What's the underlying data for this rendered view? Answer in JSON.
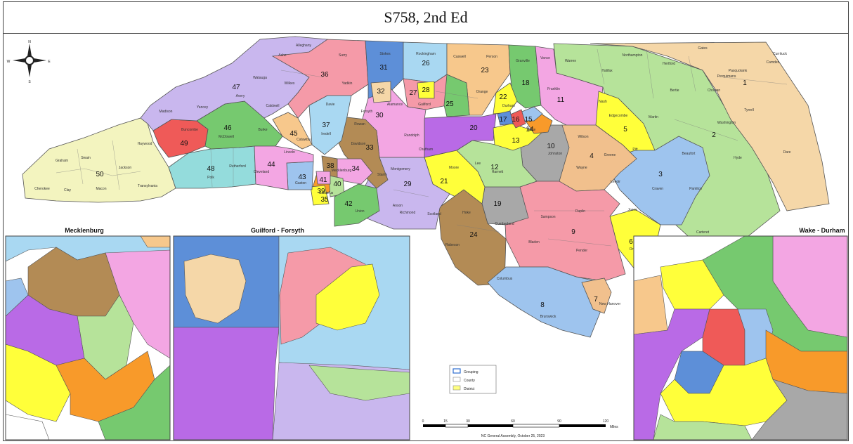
{
  "title": "S758, 2nd Ed",
  "compass": {
    "n": "N",
    "s": "S",
    "e": "E",
    "w": "W"
  },
  "insets": {
    "mecklenburg": "Mecklenburg",
    "guilford_forsyth": "Guilford - Forsyth",
    "wake_durham": "Wake - Durham"
  },
  "legend": {
    "grouping": "Grouping",
    "county": "County",
    "district": "District"
  },
  "scale": {
    "ticks": [
      "0",
      "15",
      "30",
      "60",
      "90",
      "120"
    ],
    "unit": "Miles"
  },
  "footer_credit": "NC General Assembly, October 25, 2023",
  "colors": {
    "lavender": "#c9b7ee",
    "pink": "#f59aa8",
    "blue": "#5d8fd8",
    "lightblue": "#a9d8f2",
    "peach": "#f7c88c",
    "green": "#76c96f",
    "magenta": "#f3a6e3",
    "lightgreen": "#b6e39a",
    "tan": "#f5d7a8",
    "yellow": "#ffff3a",
    "purple": "#b96ae6",
    "brown": "#b38b55",
    "gray": "#a8a8a8",
    "red": "#ef5a58",
    "orange": "#f89a2a",
    "cream": "#f3f4bf",
    "teal": "#94dcdc",
    "sand": "#f1c08d",
    "sky": "#9ec4ee"
  },
  "districts": [
    {
      "id": "1",
      "color": "tan"
    },
    {
      "id": "2",
      "color": "lightgreen"
    },
    {
      "id": "3",
      "color": "sky"
    },
    {
      "id": "4",
      "color": "sand"
    },
    {
      "id": "5",
      "color": "yellow"
    },
    {
      "id": "6",
      "color": "yellow"
    },
    {
      "id": "7",
      "color": "sand"
    },
    {
      "id": "8",
      "color": "sky"
    },
    {
      "id": "9",
      "color": "pink"
    },
    {
      "id": "10",
      "color": "gray"
    },
    {
      "id": "11",
      "color": "magenta"
    },
    {
      "id": "12",
      "color": "lightgreen"
    },
    {
      "id": "13",
      "color": "yellow"
    },
    {
      "id": "14",
      "color": "orange"
    },
    {
      "id": "15",
      "color": "sky"
    },
    {
      "id": "16",
      "color": "red"
    },
    {
      "id": "17",
      "color": "blue"
    },
    {
      "id": "18",
      "color": "green"
    },
    {
      "id": "19",
      "color": "gray"
    },
    {
      "id": "20",
      "color": "purple"
    },
    {
      "id": "21",
      "color": "yellow"
    },
    {
      "id": "22",
      "color": "yellow"
    },
    {
      "id": "23",
      "color": "peach"
    },
    {
      "id": "24",
      "color": "brown"
    },
    {
      "id": "25",
      "color": "green"
    },
    {
      "id": "26",
      "color": "lightblue"
    },
    {
      "id": "27",
      "color": "pink"
    },
    {
      "id": "28",
      "color": "yellow"
    },
    {
      "id": "29",
      "color": "lavender"
    },
    {
      "id": "30",
      "color": "magenta"
    },
    {
      "id": "31",
      "color": "blue"
    },
    {
      "id": "32",
      "color": "tan"
    },
    {
      "id": "33",
      "color": "brown"
    },
    {
      "id": "34",
      "color": "magenta"
    },
    {
      "id": "35",
      "color": "orange"
    },
    {
      "id": "36",
      "color": "pink"
    },
    {
      "id": "37",
      "color": "lightblue"
    },
    {
      "id": "38",
      "color": "brown"
    },
    {
      "id": "39",
      "color": "yellow"
    },
    {
      "id": "40",
      "color": "lightgreen"
    },
    {
      "id": "41",
      "color": "magenta"
    },
    {
      "id": "42",
      "color": "green"
    },
    {
      "id": "43",
      "color": "sky"
    },
    {
      "id": "44",
      "color": "magenta"
    },
    {
      "id": "45",
      "color": "peach"
    },
    {
      "id": "46",
      "color": "green"
    },
    {
      "id": "47",
      "color": "lavender"
    },
    {
      "id": "48",
      "color": "teal"
    },
    {
      "id": "49",
      "color": "red"
    },
    {
      "id": "50",
      "color": "cream"
    }
  ],
  "county_labels": [
    "Cherokee",
    "Graham",
    "Swain",
    "Jackson",
    "Macon",
    "Clay",
    "Transylvania",
    "Haywood",
    "Madison",
    "Yancey",
    "Buncombe",
    "McDowell",
    "Burke",
    "Caldwell",
    "Avery",
    "Watauga",
    "Ashe",
    "Alleghany",
    "Wilkes",
    "Surry",
    "Stokes",
    "Yadkin",
    "Rutherford",
    "Polk",
    "Cleveland",
    "Gaston",
    "Lincoln",
    "Catawba",
    "Iredell",
    "Rowan",
    "Davie",
    "Davidson",
    "Randolph",
    "Guilford",
    "Rockingham",
    "Caswell",
    "Person",
    "Orange",
    "Durham",
    "Granville",
    "Vance",
    "Warren",
    "Halifax",
    "Northampton",
    "Hertford",
    "Gates",
    "Bertie",
    "Martin",
    "Pitt",
    "Greene",
    "Wayne",
    "Wilson",
    "Nash",
    "Edgecombe",
    "Franklin",
    "Johnston",
    "Harnett",
    "Lee",
    "Moore",
    "Montgomery",
    "Stanly",
    "Union",
    "Anson",
    "Richmond",
    "Scotland",
    "Robeson",
    "Hoke",
    "Cumberland",
    "Sampson",
    "Duplin",
    "Onslow",
    "Pender",
    "Bladen",
    "Columbus",
    "Brunswick",
    "New Hanover",
    "Jones",
    "Craven",
    "Pamlico",
    "Carteret",
    "Beaufort",
    "Hyde",
    "Dare",
    "Tyrrell",
    "Washington",
    "Chowan",
    "Perquimans",
    "Pasquotank",
    "Camden",
    "Currituck",
    "Lenoir",
    "Alamance",
    "Chatham",
    "Cabarrus",
    "Mecklenburg",
    "Forsyth",
    "Wake"
  ]
}
